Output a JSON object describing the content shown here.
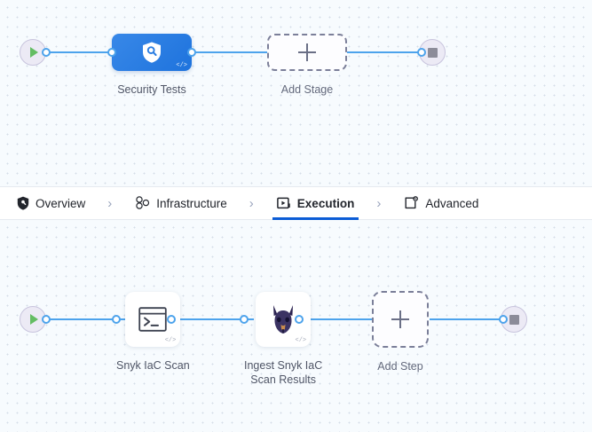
{
  "theme": {
    "canvas_bg": "#f7fbfe",
    "grid_dot": "#d4dde8",
    "edge_blue": "#4da3ec",
    "stage_blue": "#1e73dd",
    "active_tab_underline": "#0b5cd6",
    "terminal_fill": "#eceaf5",
    "play_green": "#64bd63",
    "stop_gray": "#8c8c99",
    "dashed_border": "#7b7f99"
  },
  "stage_canvas": {
    "name": "stage-graph",
    "start_node": {
      "icon": "play-icon",
      "label": ""
    },
    "end_node": {
      "icon": "stop-icon",
      "label": ""
    },
    "nodes": [
      {
        "id": "security-tests",
        "label": "Security Tests",
        "icon": "shield-search-icon",
        "badge": "</>",
        "type": "stage"
      },
      {
        "id": "add-stage",
        "label": "Add Stage",
        "icon": "plus-icon",
        "type": "add-placeholder"
      }
    ]
  },
  "tabs": {
    "name": "stage-config-tabs",
    "separator": "›",
    "items": [
      {
        "label": "Overview",
        "icon": "shield-icon",
        "active": false
      },
      {
        "label": "Infrastructure",
        "icon": "cluster-nodes-icon",
        "active": false
      },
      {
        "label": "Execution",
        "icon": "play-box-icon",
        "active": true
      },
      {
        "label": "Advanced",
        "icon": "page-gear-icon",
        "active": false
      }
    ]
  },
  "step_canvas": {
    "name": "execution-step-graph",
    "start_node": {
      "icon": "play-icon",
      "label": ""
    },
    "end_node": {
      "icon": "stop-icon",
      "label": ""
    },
    "nodes": [
      {
        "id": "snyk-iac-scan",
        "label": "Snyk IaC Scan",
        "icon": "terminal-icon",
        "badge": "</>",
        "type": "step"
      },
      {
        "id": "ingest-snyk-iac-scan-results",
        "label": "Ingest Snyk IaC\nScan Results",
        "icon": "snyk-doberman-icon",
        "badge": "</>",
        "type": "step"
      },
      {
        "id": "add-step",
        "label": "Add Step",
        "icon": "plus-icon",
        "type": "add-placeholder"
      }
    ]
  }
}
